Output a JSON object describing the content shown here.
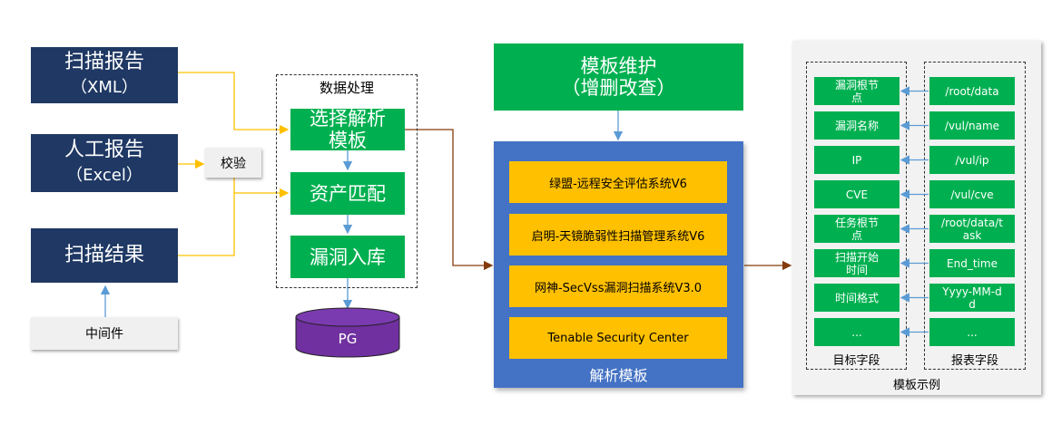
{
  "inputs": {
    "scan_report": {
      "title": "扫描报告",
      "sub": "（XML）"
    },
    "manual_report": {
      "title": "人工报告",
      "sub": "（Excel）"
    },
    "scan_result": {
      "title": "扫描结果"
    },
    "middleware": "中间件",
    "validate": "校验"
  },
  "processing": {
    "title": "数据处理",
    "select_template": "选择解析模板",
    "asset_match": "资产匹配",
    "vuln_store": "漏洞入库",
    "db": "PG"
  },
  "template_maintenance": {
    "title": "模板维护",
    "sub": "（增删改查）"
  },
  "parse_templates": {
    "title": "解析模板",
    "items": [
      "绿盟-远程安全评估系统V6",
      "启明-天镜脆弱性扫描管理系统V6",
      "网神-SecVss漏洞扫描系统V3.0",
      "Tenable Security Center"
    ]
  },
  "template_example": {
    "title": "模板示例",
    "target_fields_label": "目标字段",
    "report_fields_label": "报表字段",
    "target_fields": [
      "漏洞根节点",
      "漏洞名称",
      "IP",
      "CVE",
      "任务根节点",
      "扫描开始时间",
      "时间格式",
      "..."
    ],
    "report_fields": [
      "/root/data",
      "/vul/name",
      "/vul/ip",
      "/vul/cve",
      "/root/data/task",
      "End_time",
      "Yyyy-MM-dd",
      "..."
    ]
  },
  "colors": {
    "navy": "#1f3864",
    "green": "#00b050",
    "gold": "#ffc000",
    "blue_panel": "#4472c4",
    "purple_db": "#7030a0",
    "arrow_orange": "#ffc000",
    "arrow_blue": "#5b9bd5",
    "arrow_brown": "#843c0c"
  }
}
